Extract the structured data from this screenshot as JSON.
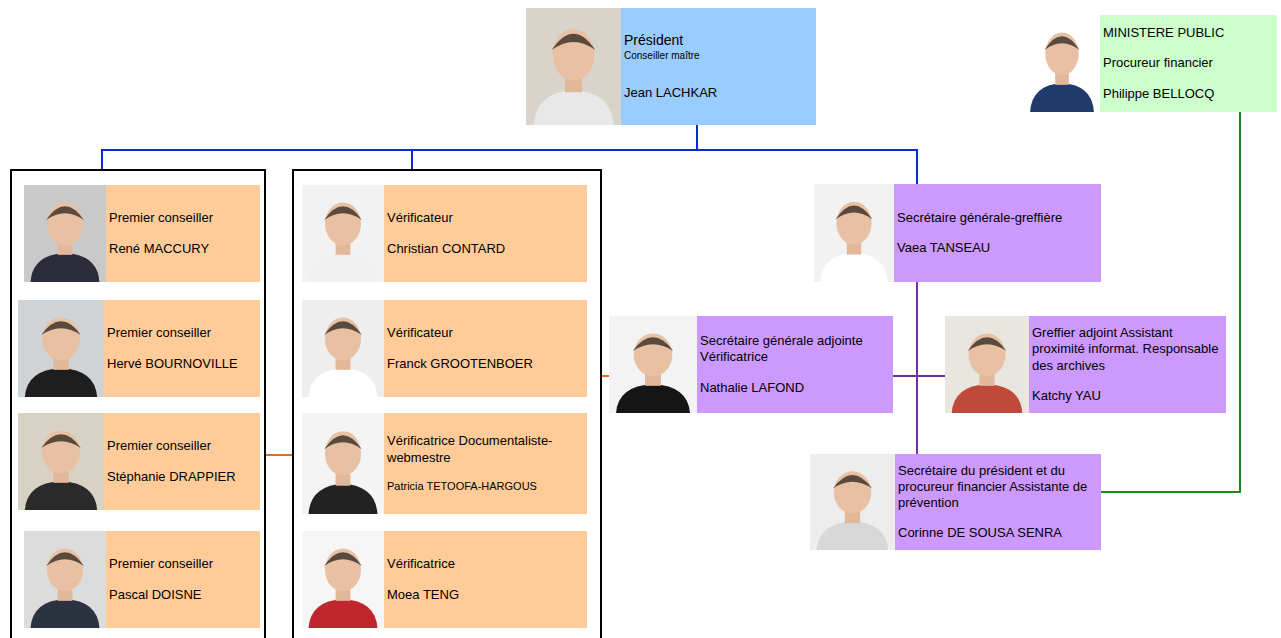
{
  "diagram": {
    "nodes": [
      {
        "text": [
          "Président",
          "Conseiller maître",
          "Jean LACHKAR"
        ]
      },
      {
        "text": [
          "MINISTERE PUBLIC",
          "Procureur financier",
          "Philippe BELLOCQ"
        ]
      },
      {
        "text": []
      },
      {
        "text": [
          "Premier conseiller",
          "René MACCURY"
        ],
        "in": 2
      },
      {
        "text": [
          "Premier conseiller",
          "Hervé BOURNOVILLE"
        ],
        "in": 2
      },
      {
        "text": [
          "Premier conseiller",
          "Stéphanie DRAPPIER"
        ],
        "in": 2
      },
      {
        "text": [
          "Premier conseiller",
          "Pascal DOISNE"
        ],
        "in": 2
      },
      {
        "text": []
      },
      {
        "text": [
          "Vérificateur",
          "Christian CONTARD"
        ],
        "in": 7
      },
      {
        "text": [
          "Vérificateur",
          "Franck GROOTENBOER"
        ],
        "in": 7
      },
      {
        "text": [
          "Vérificatrice Documentaliste-webmestre",
          "Patricia TETOOFA-HARGOUS"
        ],
        "in": 7
      },
      {
        "text": [
          "Vérificatrice",
          "Moea TENG"
        ],
        "in": 7
      },
      {
        "text": [
          "Secrétaire générale-greffière",
          "Vaea TANSEAU"
        ]
      },
      {
        "text": [
          "Secrétaire générale adjointe Vérificatrice",
          "Nathalie LAFOND"
        ]
      },
      {
        "text": [
          "Greffier adjoint Assistant proximité informat. Responsable des archives",
          "Katchy YAU"
        ]
      },
      {
        "text": [
          "Secrétaire du président et du procureur financier Assistante de prévention",
          "Corinne DE SOUSA SENRA"
        ]
      }
    ],
    "edges": [
      {
        "from": 0,
        "to": 2,
        "arrow": "none"
      },
      {
        "from": 0,
        "to": 7,
        "arrow": "none"
      },
      {
        "from": 0,
        "to": 12,
        "arrow": "none"
      },
      {
        "from": 2,
        "to": 7,
        "arrow": "none"
      },
      {
        "from": 7,
        "to": 13,
        "arrow": "none"
      },
      {
        "from": 12,
        "to": 13,
        "arrow": "none"
      },
      {
        "from": 12,
        "to": 14,
        "arrow": "none"
      },
      {
        "from": 12,
        "to": 15,
        "arrow": "none"
      },
      {
        "from": 1,
        "to": 15,
        "arrow": "none"
      }
    ]
  }
}
